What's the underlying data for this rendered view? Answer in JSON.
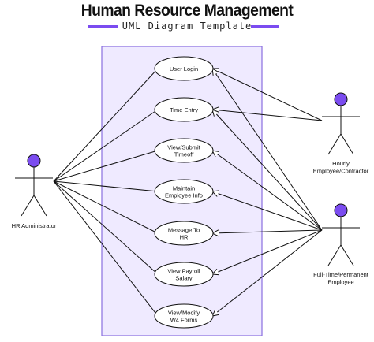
{
  "header": {
    "title": "Human Resource Management",
    "subtitle": "UML Diagram Template"
  },
  "colors": {
    "accent": "#7b4cf0",
    "boundary_fill": "#efeaff",
    "boundary_stroke": "#8a6ee0",
    "actor_head": "#7b4cf0",
    "line": "#111111"
  },
  "use_cases": [
    {
      "lines": [
        "User Login"
      ]
    },
    {
      "lines": [
        "Time Entry"
      ]
    },
    {
      "lines": [
        "View/Submit",
        "Timeoff"
      ]
    },
    {
      "lines": [
        "Maintain",
        "Employee Info"
      ]
    },
    {
      "lines": [
        "Message To",
        "HR"
      ]
    },
    {
      "lines": [
        "View Payroll",
        "Salary"
      ]
    },
    {
      "lines": [
        "View/Modify",
        "W4 Forms"
      ]
    }
  ],
  "actors": {
    "hr_admin": {
      "lines": [
        "HR Administrator"
      ]
    },
    "hourly": {
      "lines": [
        "Hourly",
        "Employee/Contractor"
      ]
    },
    "fulltime": {
      "lines": [
        "Full-Time/Permanent",
        "Employee"
      ]
    }
  }
}
